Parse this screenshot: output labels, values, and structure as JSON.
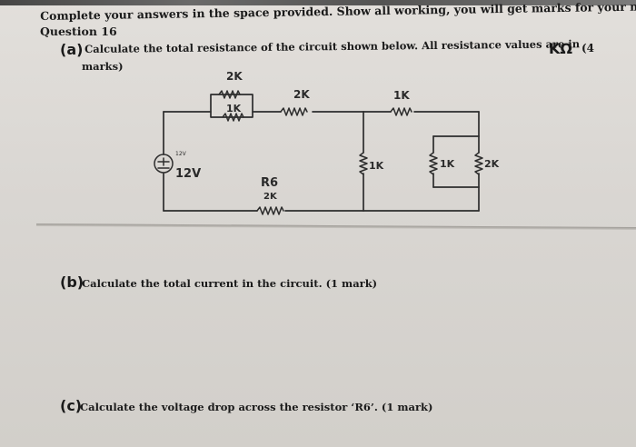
{
  "document": {
    "instructions": "Complete your answers in the space provided. Show all working, you will get marks for your method.",
    "question_number": "Question 16",
    "part_a": {
      "label": "(a)",
      "text": "Calculate the total resistance of the circuit shown below. All resistance values are in",
      "unit": "KΩ",
      "marks_start": "(4",
      "marks_end": "marks)"
    },
    "part_b": {
      "label": "(b)",
      "text": "Calculate the total current in the circuit. (1 mark)"
    },
    "part_c": {
      "label": "(c)",
      "text": "Calculate the voltage drop across the resistor ‘R6’. (1 mark)"
    }
  },
  "circuit": {
    "labels": {
      "top_left_resistor": "2K",
      "inner_left_resistor": "1K",
      "middle_top_resistor": "2K",
      "right_top_resistor": "1K",
      "middle_vertical_resistor": "1K",
      "right_inner_left_resistor": "1K",
      "right_inner_right_resistor": "2K",
      "source_small": "12V",
      "source_large": "12V",
      "bottom_resistor_name": "R6",
      "bottom_resistor_value": "2K"
    }
  }
}
